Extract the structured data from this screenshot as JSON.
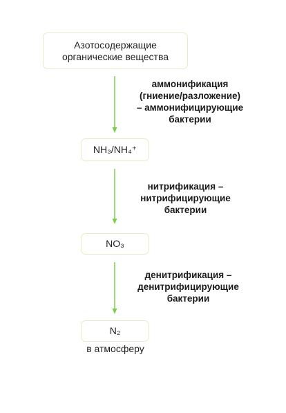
{
  "nodes": [
    {
      "id": "organic",
      "label": "Азотосодержащие\nорганические вещества"
    },
    {
      "id": "ammonia",
      "label": "NH₃/NH₄⁺"
    },
    {
      "id": "nitrate",
      "label": "NO₃"
    },
    {
      "id": "nitrogen",
      "label": "N₂"
    }
  ],
  "edges": [
    {
      "from": "organic",
      "to": "ammonia",
      "label": "аммонификация\n(гниение/разложение)\n– аммонифицирующие\nбактерии"
    },
    {
      "from": "ammonia",
      "to": "nitrate",
      "label": "нитрификация –\nнитрифицирующие\nбактерии"
    },
    {
      "from": "nitrate",
      "to": "nitrogen",
      "label": "денитрификация –\nденитрифицирующие\nбактерии"
    }
  ],
  "caption": "в атмосферу",
  "colors": {
    "arrow": "#7ccd4e",
    "node_border": "#e6ecc6"
  }
}
